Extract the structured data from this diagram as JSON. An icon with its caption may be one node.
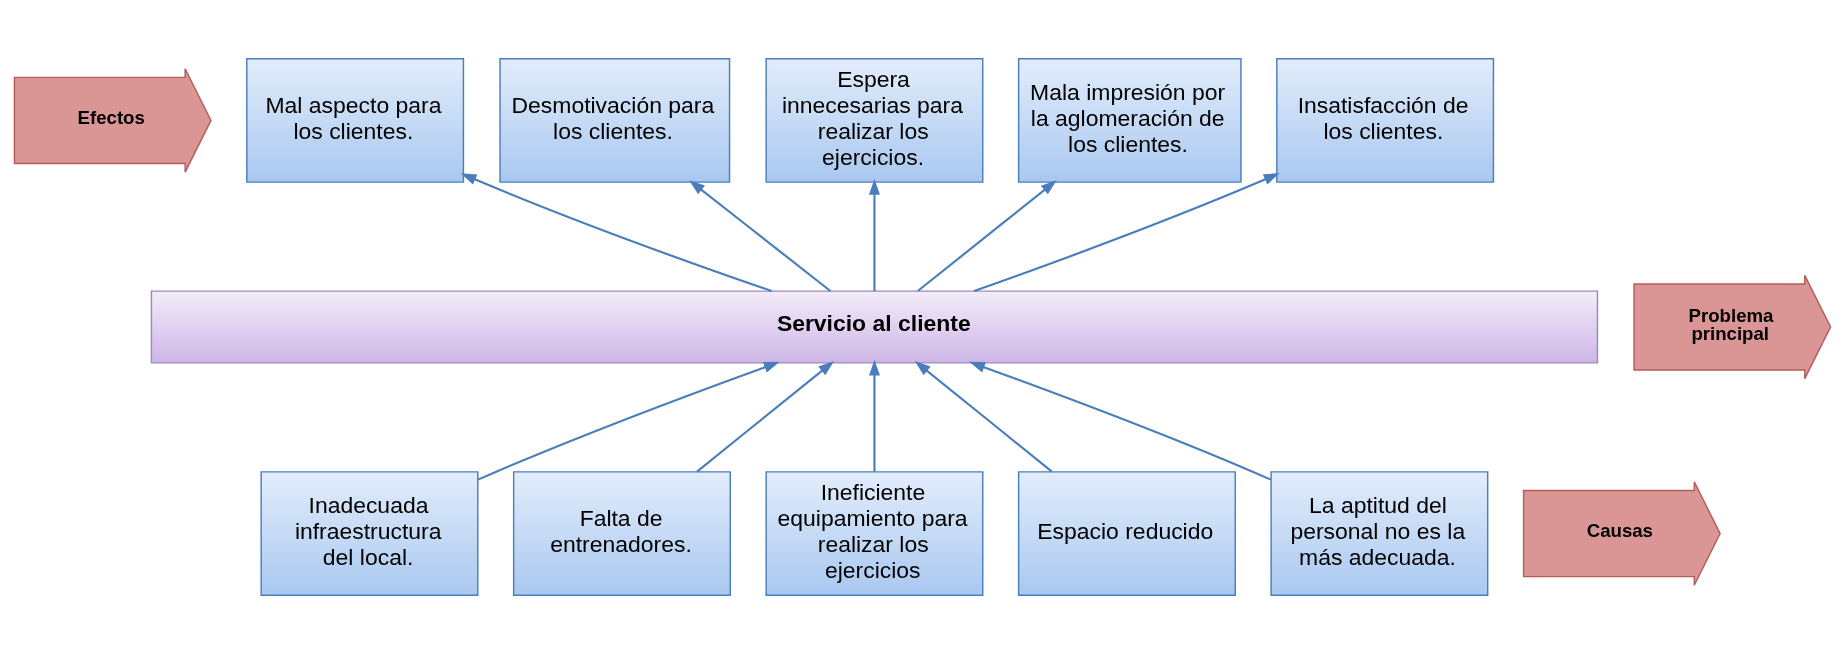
{
  "diagram": {
    "nodes": [
      {
        "text": [
          "Efectos"
        ]
      },
      {
        "text": [
          "Mal aspecto para los clientes."
        ]
      },
      {
        "text": [
          "Desmotivación para los clientes."
        ]
      },
      {
        "text": [
          "Espera innecesarias para realizar los ejercicios."
        ]
      },
      {
        "text": [
          "Mala impresión por la aglomeración de los clientes."
        ]
      },
      {
        "text": [
          "Insatisfacción de los clientes."
        ]
      },
      {
        "text": [
          "Problema principal"
        ]
      },
      {
        "text": [
          "Servicio al cliente"
        ]
      },
      {
        "text": [
          "Causas"
        ]
      },
      {
        "text": [
          "Inadecuada infraestructura del local."
        ]
      },
      {
        "text": [
          "Falta de entrenadores."
        ]
      },
      {
        "text": [
          "Ineficiente equipamiento para realizar los ejercicios"
        ]
      },
      {
        "text": [
          "Espacio reducido"
        ]
      },
      {
        "text": [
          "La aptitud del personal no es la más adecuada."
        ]
      }
    ],
    "edges": [
      {
        "from": 7,
        "to": 1,
        "arrow": "to"
      },
      {
        "from": 7,
        "to": 2,
        "arrow": "to"
      },
      {
        "from": 7,
        "to": 3,
        "arrow": "to"
      },
      {
        "from": 7,
        "to": 4,
        "arrow": "to"
      },
      {
        "from": 7,
        "to": 5,
        "arrow": "to"
      },
      {
        "from": 9,
        "to": 7,
        "arrow": "to"
      },
      {
        "from": 10,
        "to": 7,
        "arrow": "to"
      },
      {
        "from": 11,
        "to": 7,
        "arrow": "to"
      },
      {
        "from": 12,
        "to": 7,
        "arrow": "to"
      },
      {
        "from": 13,
        "to": 7,
        "arrow": "to"
      }
    ]
  }
}
